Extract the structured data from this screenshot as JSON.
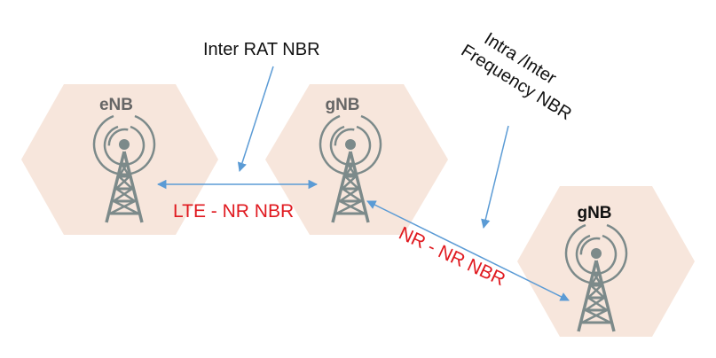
{
  "colors": {
    "cell_fill": "#f7e6dc",
    "tower": "#7c8a8a",
    "blue_arrow": "#5b9bd5",
    "red_text": "#e0191f",
    "gray_text": "#666666",
    "black_text": "#111111"
  },
  "nodes": {
    "enb": {
      "label": "eNB",
      "icon": "cell-tower-icon"
    },
    "gnb_center": {
      "label": "gNB",
      "icon": "cell-tower-icon"
    },
    "gnb_right": {
      "label": "gNB",
      "icon": "cell-tower-icon"
    }
  },
  "annotations": {
    "inter_rat": "Inter RAT NBR",
    "intra_inter_line1": "Intra /Inter",
    "intra_inter_line2": "Frequency NBR"
  },
  "links": {
    "lte_nr": "LTE - NR NBR",
    "nr_nr": "NR - NR NBR"
  }
}
